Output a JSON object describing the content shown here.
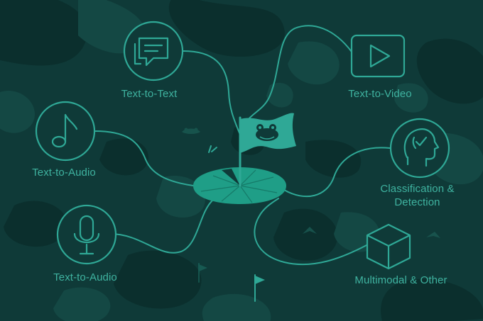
{
  "nodes": [
    {
      "id": "text-to-text",
      "label": "Text-to-Text",
      "icon": "chat-bubble-icon"
    },
    {
      "id": "text-to-video",
      "label": "Text-to-Video",
      "icon": "video-play-icon"
    },
    {
      "id": "text-to-audio-1",
      "label": "Text-to-Audio",
      "icon": "music-note-icon"
    },
    {
      "id": "classification",
      "label": "Classification &\nDetection",
      "icon": "head-check-icon"
    },
    {
      "id": "text-to-audio-2",
      "label": "Text-to-Audio",
      "icon": "microphone-icon"
    },
    {
      "id": "multimodal",
      "label": "Multimodal & Other",
      "icon": "cube-icon"
    }
  ],
  "center": {
    "icon": "frog-flag-on-lily-pad"
  },
  "colors": {
    "background": "#0f3a38",
    "blob_dark": "#0b2f2d",
    "blob_light": "#144844",
    "accent": "#2fa896",
    "label": "#3fb3a0",
    "pad": "#1f9e87"
  }
}
